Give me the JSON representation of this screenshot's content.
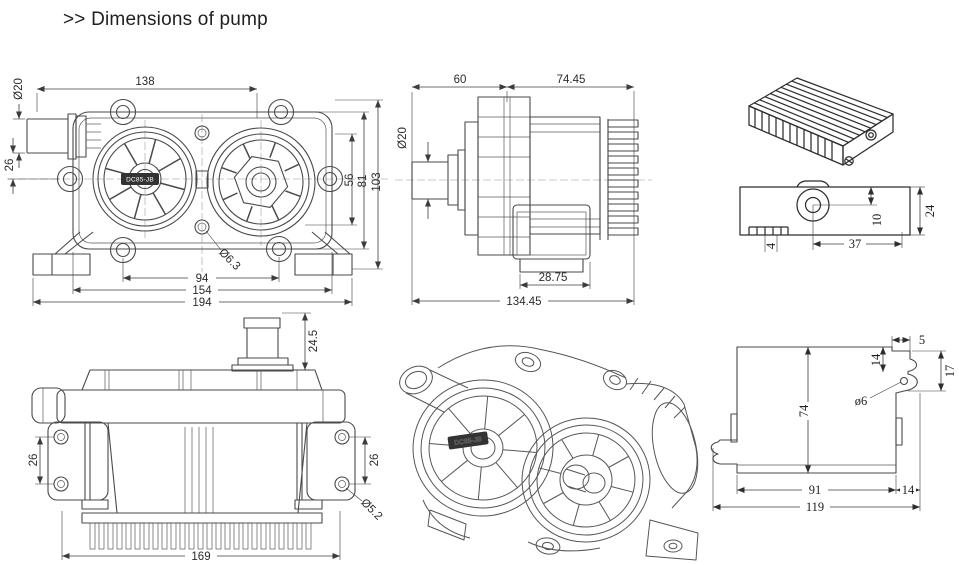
{
  "title": ">> Dimensions of pump",
  "views": {
    "front": {
      "label": "DC85-JB",
      "dims": {
        "port_diameter": "Ø20",
        "port_to_center": "26",
        "width_top": "138",
        "height_inner": "56",
        "height_mid": "81",
        "height_overall": "103",
        "mount_hole": "Ø6.3",
        "bolt_span": "94",
        "body_width": "154",
        "overall_width": "194"
      }
    },
    "side": {
      "dims": {
        "pump_length": "60",
        "motor_length": "74.45",
        "port_diameter": "Ø20",
        "box_width": "28.75",
        "overall_length": "134.45"
      }
    },
    "controller": {
      "dims": {
        "hole_offset_top": "10",
        "height": "24",
        "tab_offset": "4",
        "hole_offset_side": "37"
      }
    },
    "top": {
      "dims": {
        "port_height": "24.5",
        "hole_span_left": "26",
        "hole_span_right": "26",
        "mount_hole": "Ø5.2",
        "base_width": "169"
      }
    },
    "iso": {
      "label": "DC85-JB"
    },
    "profile": {
      "dims": {
        "tab_width": "5",
        "flange_width": "14",
        "flange_height": "17",
        "mount_hole": "ø6",
        "body_height": "74",
        "base_inner": "91",
        "base_step": "14",
        "base_overall": "119"
      }
    }
  }
}
